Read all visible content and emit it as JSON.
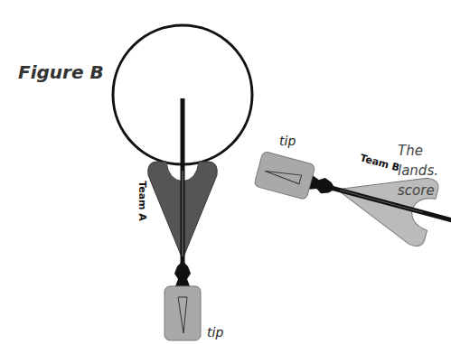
{
  "diagram": {
    "title": "Figure B",
    "labels": [
      "The",
      "lands.",
      "score",
      "tip",
      "Team B",
      "Team A",
      "tip"
    ]
  }
}
